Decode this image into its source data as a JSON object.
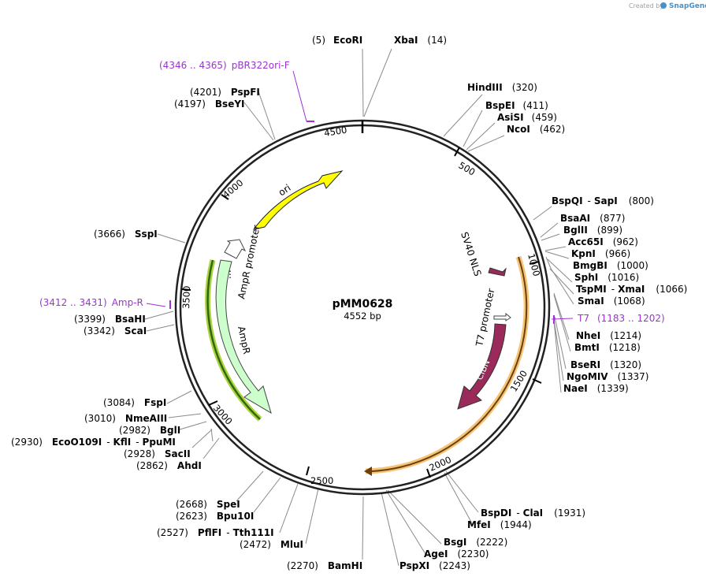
{
  "brand": {
    "created_by": "Created by",
    "name": "SnapGene"
  },
  "plasmid": {
    "name": "pMM0628",
    "length": "4552 bp"
  },
  "ring_ticks": [
    "500",
    "1000",
    "1500",
    "2000",
    "2500",
    "3000",
    "3500",
    "4000",
    "4500"
  ],
  "features": {
    "ori": "ori",
    "ampr_promoter": "AmpR promoter",
    "ampr": "AmpR",
    "sv40_nls": "SV40 NLS",
    "t7_promoter": "T7 promoter",
    "cibn": "CIBN"
  },
  "primers": [
    {
      "pos": "(4346 .. 4365)",
      "name": "pBR322ori-F"
    },
    {
      "pos": "(3412 .. 3431)",
      "name": "Amp-R"
    },
    {
      "pos": "(1183 .. 1202)",
      "name": "T7"
    }
  ],
  "sites": {
    "ecori": {
      "pos": "(5)",
      "name": "EcoRI"
    },
    "xbai": {
      "name": "XbaI",
      "pos": "(14)"
    },
    "hindiii": {
      "name": "HindIII",
      "pos": "(320)"
    },
    "bspei": {
      "name": "BspEI",
      "pos": "(411)"
    },
    "asisi": {
      "name": "AsiSI",
      "pos": "(459)"
    },
    "ncoi": {
      "name": "NcoI",
      "pos": "(462)"
    },
    "bspqi": {
      "name": "BspQI",
      "sep": "-",
      "name2": "SapI",
      "pos": "(800)"
    },
    "bsaai": {
      "name": "BsaAI",
      "pos": "(877)"
    },
    "bglii": {
      "name": "BglII",
      "pos": "(899)"
    },
    "acc65i": {
      "name": "Acc65I",
      "pos": "(962)"
    },
    "kpni": {
      "name": "KpnI",
      "pos": "(966)"
    },
    "bmgbi": {
      "name": "BmgBI",
      "pos": "(1000)"
    },
    "sphi": {
      "name": "SphI",
      "pos": "(1016)"
    },
    "tspmi": {
      "name": "TspMI",
      "sep": "-",
      "name2": "XmaI",
      "pos": "(1066)"
    },
    "smai": {
      "name": "SmaI",
      "pos": "(1068)"
    },
    "nhei": {
      "name": "NheI",
      "pos": "(1214)"
    },
    "bmti": {
      "name": "BmtI",
      "pos": "(1218)"
    },
    "bseri": {
      "name": "BseRI",
      "pos": "(1320)"
    },
    "ngomiv": {
      "name": "NgoMIV",
      "pos": "(1337)"
    },
    "naei": {
      "name": "NaeI",
      "pos": "(1339)"
    },
    "bspdi": {
      "name": "BspDI",
      "sep": "-",
      "name2": "ClaI",
      "pos": "(1931)"
    },
    "mfei": {
      "name": "MfeI",
      "pos": "(1944)"
    },
    "bsgi": {
      "name": "BsgI",
      "pos": "(2222)"
    },
    "agei": {
      "name": "AgeI",
      "pos": "(2230)"
    },
    "pspxi": {
      "name": "PspXI",
      "pos": "(2243)"
    },
    "bamhi": {
      "pos": "(2270)",
      "name": "BamHI"
    },
    "mlui": {
      "pos": "(2472)",
      "name": "MluI"
    },
    "pflfi": {
      "pos": "(2527)",
      "name": "PflFI",
      "sep": "-",
      "name2": "Tth111I"
    },
    "bpu10i": {
      "pos": "(2623)",
      "name": "Bpu10I"
    },
    "spei": {
      "pos": "(2668)",
      "name": "SpeI"
    },
    "ahdi": {
      "pos": "(2862)",
      "name": "AhdI"
    },
    "sacii": {
      "pos": "(2928)",
      "name": "SacII"
    },
    "eco0109i": {
      "pos": "(2930)",
      "name": "EcoO109I",
      "sep": "-",
      "name2": "KflI",
      "sep2": "-",
      "name3": "PpuMI"
    },
    "bgli": {
      "pos": "(2982)",
      "name": "BglI"
    },
    "nmeaiii": {
      "pos": "(3010)",
      "name": "NmeAIII"
    },
    "fspi": {
      "pos": "(3084)",
      "name": "FspI"
    },
    "scai": {
      "pos": "(3342)",
      "name": "ScaI"
    },
    "bsahi": {
      "pos": "(3399)",
      "name": "BsaHI"
    },
    "sspi": {
      "pos": "(3666)",
      "name": "SspI"
    },
    "bseyi": {
      "pos": "(4197)",
      "name": "BseYI"
    },
    "pspfi": {
      "pos": "(4201)",
      "name": "PspFI"
    }
  }
}
